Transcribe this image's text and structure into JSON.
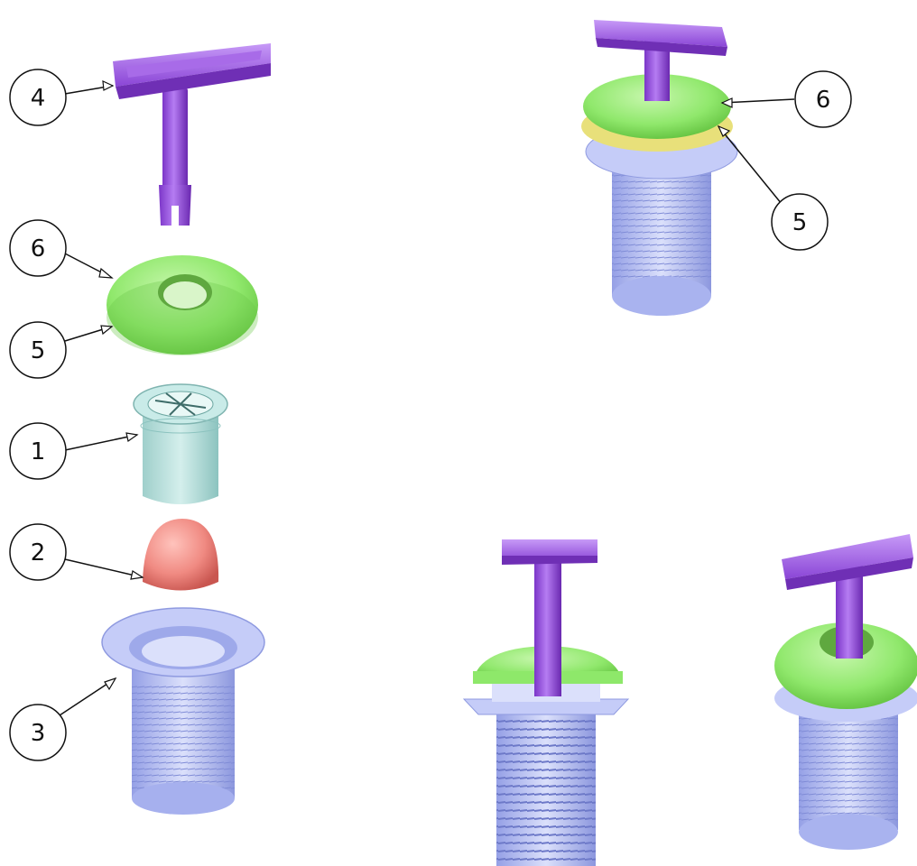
{
  "balloons": [
    {
      "id": "4",
      "label": "4"
    },
    {
      "id": "6",
      "label": "6"
    },
    {
      "id": "5",
      "label": "5"
    },
    {
      "id": "1",
      "label": "1"
    },
    {
      "id": "2",
      "label": "2"
    },
    {
      "id": "3",
      "label": "3"
    },
    {
      "id": "6b",
      "label": "6"
    },
    {
      "id": "5b",
      "label": "5"
    }
  ],
  "colors": {
    "key": "#9a55e0",
    "key_dark": "#6f2fb5",
    "ring": "#8ee86a",
    "ring_dark": "#5fbf3c",
    "gasket": "#e8e07a",
    "insert": "#b9e0dd",
    "insert_dark": "#8cc3bf",
    "ball": "#f08a82",
    "ball_dark": "#d0605a",
    "body": "#b8c2f5",
    "body_dark": "#8f9ae0"
  }
}
